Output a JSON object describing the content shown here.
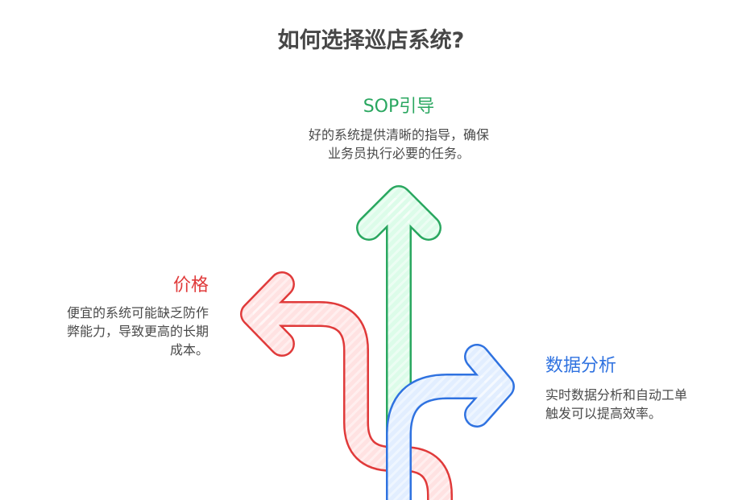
{
  "title": "如何选择巡店系统?",
  "colors": {
    "green": "#2aa760",
    "green_fill": "#dcfce9",
    "red": "#e03a3a",
    "red_fill": "#ffe2e2",
    "blue": "#2f72e0",
    "blue_fill": "#e2eeff",
    "text": "#4a4a4a"
  },
  "branches": {
    "sop": {
      "heading": "SOP引导",
      "lines": [
        "好的系统提供清晰的指导，确保",
        "业务员执行必要的任务。"
      ]
    },
    "price": {
      "heading": "价格",
      "lines": [
        "便宜的系统可能缺乏防作",
        "弊能力，导致更高的长期",
        "成本。"
      ]
    },
    "data": {
      "heading": "数据分析",
      "lines": [
        "实时数据分析和自动工单",
        "触发可以提高效率。"
      ]
    }
  }
}
